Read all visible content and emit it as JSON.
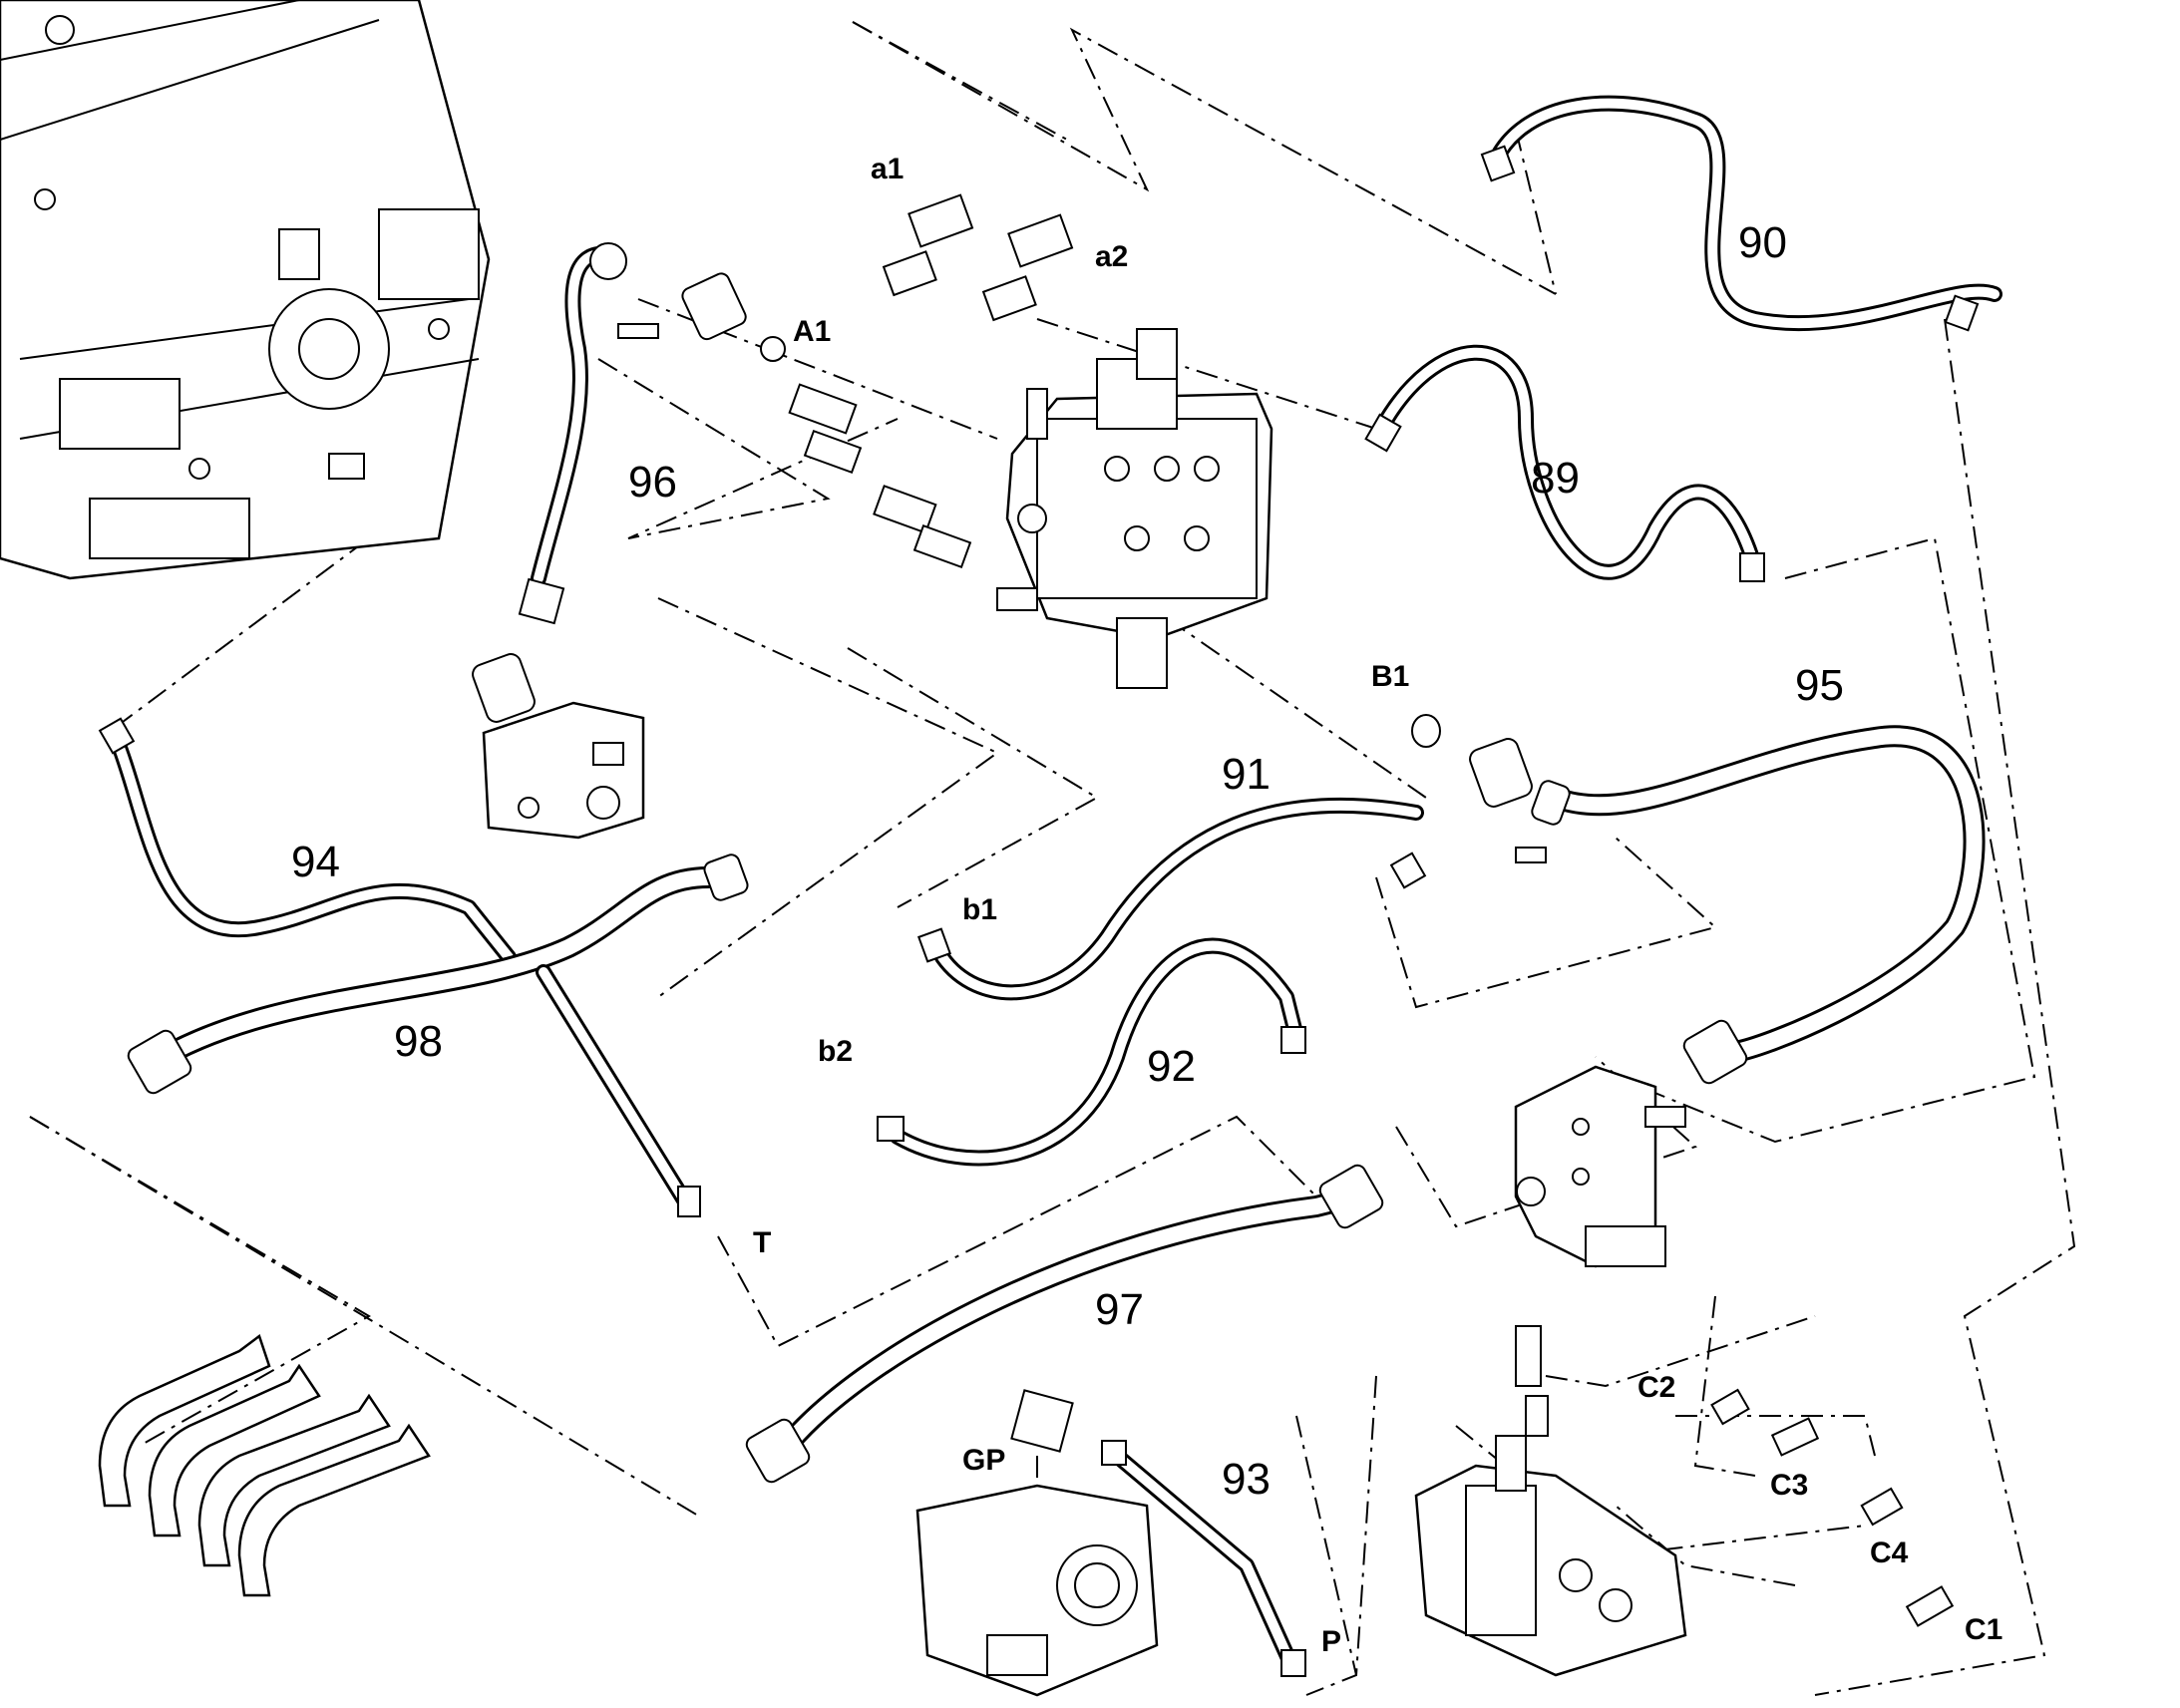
{
  "labels": {
    "a1": "a1",
    "a2": "a2",
    "A1": "A1",
    "B1": "B1",
    "b1": "b1",
    "b2": "b2",
    "T": "T",
    "GP": "GP",
    "P": "P",
    "C1": "C1",
    "C2": "C2",
    "C3": "C3",
    "C4": "C4"
  },
  "hoses": {
    "h89": "89",
    "h90": "90",
    "h91": "91",
    "h92": "92",
    "h93": "93",
    "h94": "94",
    "h95": "95",
    "h96": "96",
    "h97": "97",
    "h98": "98"
  }
}
